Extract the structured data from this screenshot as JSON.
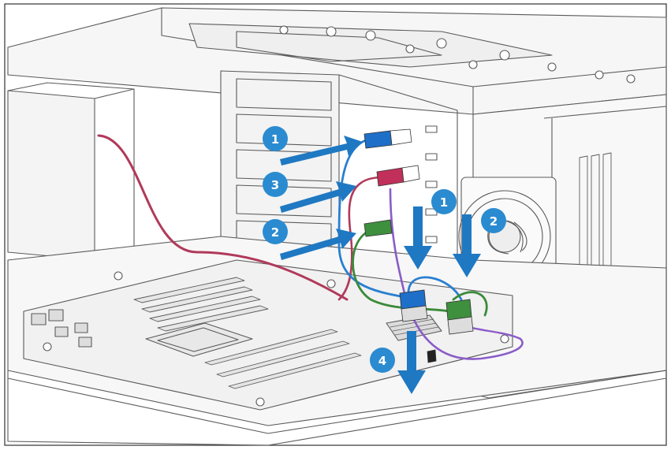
{
  "callouts": [
    {
      "label": "1"
    },
    {
      "label": "3"
    },
    {
      "label": "2"
    },
    {
      "label": "1"
    },
    {
      "label": "2"
    },
    {
      "label": "4"
    }
  ],
  "colors": {
    "callout_fill": "#2b8bd0",
    "arrow_blue": "#1f78c2",
    "cable_red": "#b03a5b",
    "cable_blue": "#2a7fd0",
    "cable_green": "#3c8a3a",
    "cable_purple": "#8a5cc8",
    "connector_blue": "#1e6fc8",
    "connector_red": "#c0305a",
    "connector_green": "#3e8f3e",
    "line_art": "#5a5a5a"
  }
}
